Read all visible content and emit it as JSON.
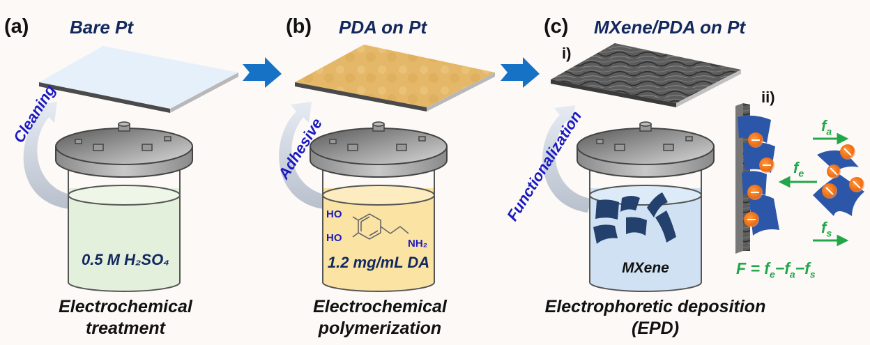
{
  "panels": [
    {
      "label": "(a)",
      "title": "Bare Pt",
      "step": "Cleaning",
      "solution": "0.5 M H₂SO₄",
      "caption_line1": "Electrochemical",
      "caption_line2": "treatment",
      "plate_color": "#e6f0fb",
      "liquid_color": "#e3f0dc"
    },
    {
      "label": "(b)",
      "title": "PDA on Pt",
      "step": "Adhesive",
      "solution": "1.2 mg/mL DA",
      "molecule": {
        "oh1": "HO",
        "oh2": "HO",
        "amine": "NH₂"
      },
      "caption_line1": "Electrochemical",
      "caption_line2": "polymerization",
      "plate_color": "#e4b868",
      "liquid_color": "#fbe3a4"
    },
    {
      "label": "(c)",
      "title": "MXene/PDA on Pt",
      "step": "Functionalization",
      "solution": "MXene",
      "caption_line1": "Electrophoretic deposition",
      "caption_line2": "(EPD)",
      "sub_i": "i)",
      "sub_ii": "ii)",
      "plate_color": "#5a5a5a",
      "liquid_color": "#cfe1f2"
    }
  ],
  "forces": {
    "fa": "f",
    "fa_sub": "a",
    "fe": "f",
    "fe_sub": "e",
    "fs": "f",
    "fs_sub": "s",
    "equation": {
      "F": "F",
      "eq": " = ",
      "fe": "f",
      "e": "e",
      "m1": "−",
      "fa": "f",
      "a": "a",
      "m2": "−",
      "fs": "f",
      "s": "s"
    }
  },
  "colors": {
    "arrow_blue": "#1572c4",
    "text_blue": "#1a1ac0",
    "title_navy": "#12285e",
    "force_green": "#22a64a",
    "mxene_blue": "#2c56a8",
    "charge_orange": "#f07a20"
  }
}
